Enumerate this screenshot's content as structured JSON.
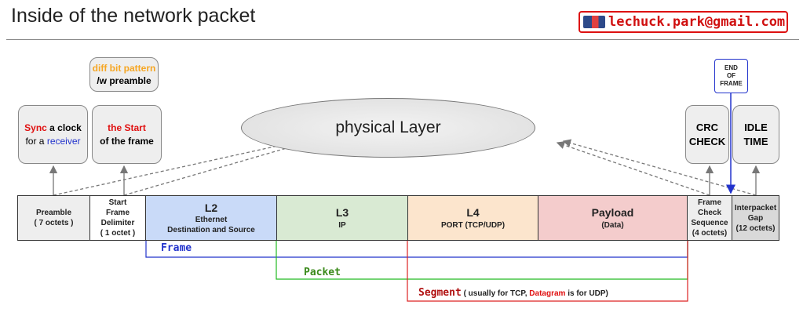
{
  "title": "Inside of the network packet",
  "email": "lechuck.park@gmail.com",
  "physical_layer": "physical Layer",
  "end_of_frame": [
    "END",
    "OF",
    "FRAME"
  ],
  "notes": {
    "diff": {
      "line1": "diff bit pattern",
      "line2": "/w preamble"
    },
    "sync": {
      "a": "Sync",
      "b": " a clock",
      "c": "for a ",
      "d": "receiver"
    },
    "start": {
      "a": "the Start",
      "b": "of the frame"
    },
    "crc": {
      "a": "CRC",
      "b": "CHECK"
    },
    "idle": {
      "a": "IDLE",
      "b": "TIME"
    }
  },
  "cells": {
    "preamble": {
      "l1": "Preamble",
      "l2": "( 7 octets )"
    },
    "sfd": {
      "l1": "Start",
      "l2": "Frame",
      "l3": "Delimiter",
      "l4": "( 1 octet )"
    },
    "l2": {
      "l1": "L2",
      "l2": "Ethernet",
      "l3": "Destination and Source"
    },
    "l3": {
      "l1": "L3",
      "l2": "IP"
    },
    "l4": {
      "l1": "L4",
      "l2": "PORT (TCP/UDP)"
    },
    "payload": {
      "l1": "Payload",
      "l2": "(Data)"
    },
    "fcs": {
      "l1": "Frame",
      "l2": "Check",
      "l3": "Sequence",
      "l4": "(4 octets)"
    },
    "gap": {
      "l1": "Interpacket",
      "l2": "Gap",
      "l3": "(12 octets)"
    }
  },
  "ranges": {
    "frame": "Frame",
    "packet": "Packet",
    "segment": {
      "a": "Segment",
      "b": " ( usually for TCP, ",
      "c": "Datagram",
      "d": " is for UDP)"
    }
  },
  "colors": {
    "l2": "#c9daf8",
    "l3": "#d9ead3",
    "l4": "#fce5cd",
    "payload": "#f4cccc",
    "side": "#eeeeee",
    "frame_line": "#2233cc",
    "packet_line": "#22bb22",
    "segment_line": "#dd2222",
    "accent_red": "#e01010",
    "accent_orange": "#f6a623"
  }
}
